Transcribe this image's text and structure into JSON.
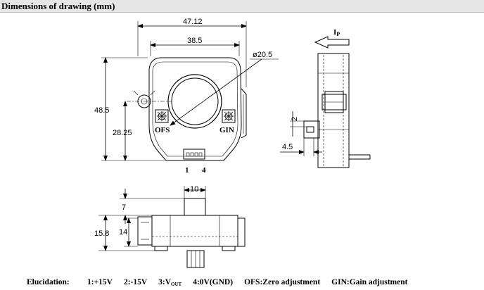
{
  "header": {
    "title": "Dimensions of drawing (mm)"
  },
  "front_view": {
    "width_outer": "47.12",
    "width_inner": "38.5",
    "aperture": "ø20.5",
    "height_total": "48.5",
    "height_center": "28.25",
    "pot_left": "OFS",
    "pot_right": "GIN",
    "pin_first": "1",
    "pin_last": "4"
  },
  "side_view": {
    "current_symbol": "I",
    "current_sub": "P",
    "pin_pitch": "2",
    "pin_length": "4.5"
  },
  "bottom_view": {
    "connector_width": "10",
    "connector_depth": "7",
    "thickness_total": "15.8",
    "thickness_body": "14"
  },
  "footer": {
    "label": "Elucidation:",
    "pin1": "1:+15V",
    "pin2": "2:-15V",
    "pin3_prefix": "3:V",
    "pin3_sub": "OUT",
    "pin4": "4:0V(GND)",
    "ofs_note": "OFS:Zero adjustment",
    "gin_note": "GIN:Gain adjustment"
  }
}
